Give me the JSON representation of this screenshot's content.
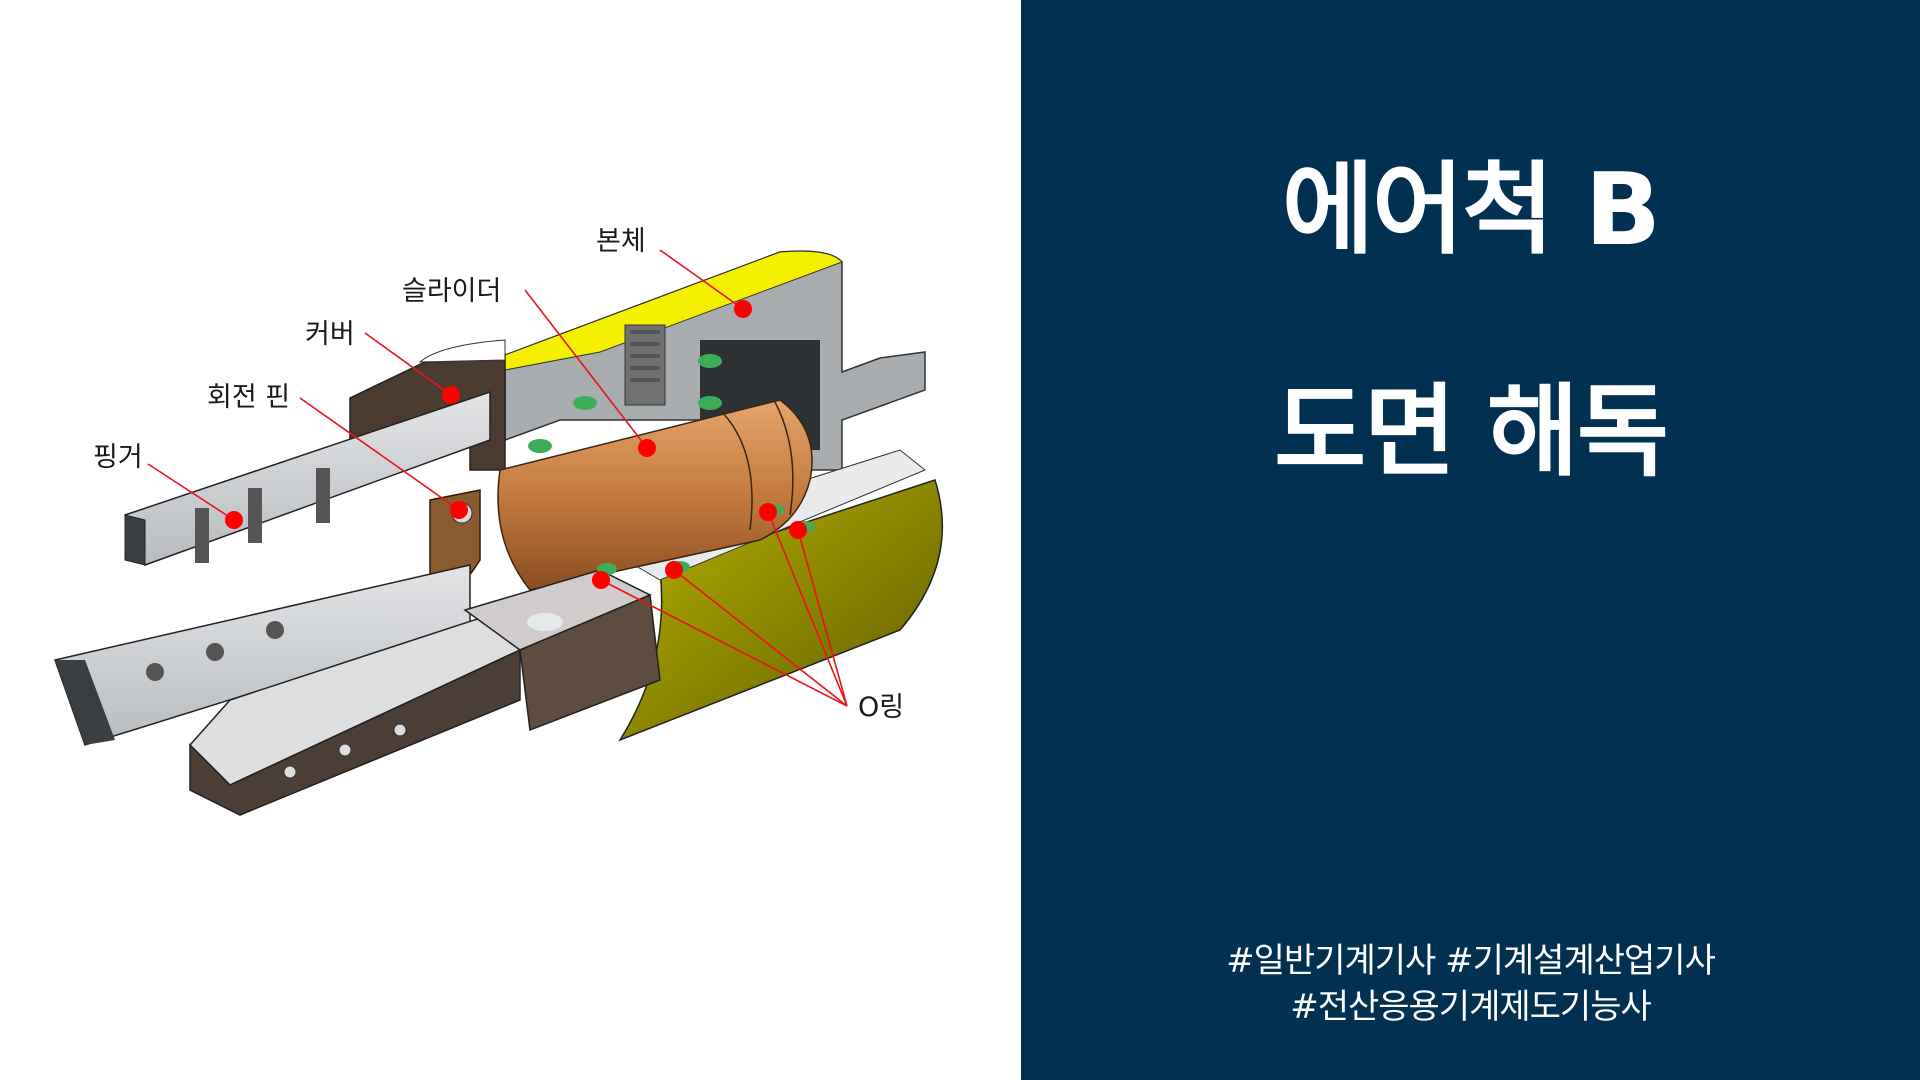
{
  "slide": {
    "title_line1": "에어척 B",
    "title_line2": "도면 해독",
    "hashtags_line1": "#일반기계기사 #기계설계산업기사",
    "hashtags_line2": "#전산응용기계제도기능사",
    "colors": {
      "right_panel_bg": "#023050",
      "title_text": "#ffffff",
      "leader_line": "#e8141c",
      "marker_dot": "#ff0000",
      "body_top": "#f5f000",
      "body_side": "#9a9600",
      "slider": "#c8854a",
      "o_ring": "#3cae5a"
    }
  },
  "diagram": {
    "labels": {
      "body": "본체",
      "slider": "슬라이더",
      "cover": "커버",
      "swivel_pin": "회전 핀",
      "finger": "핑거",
      "o_ring": "O링"
    }
  }
}
